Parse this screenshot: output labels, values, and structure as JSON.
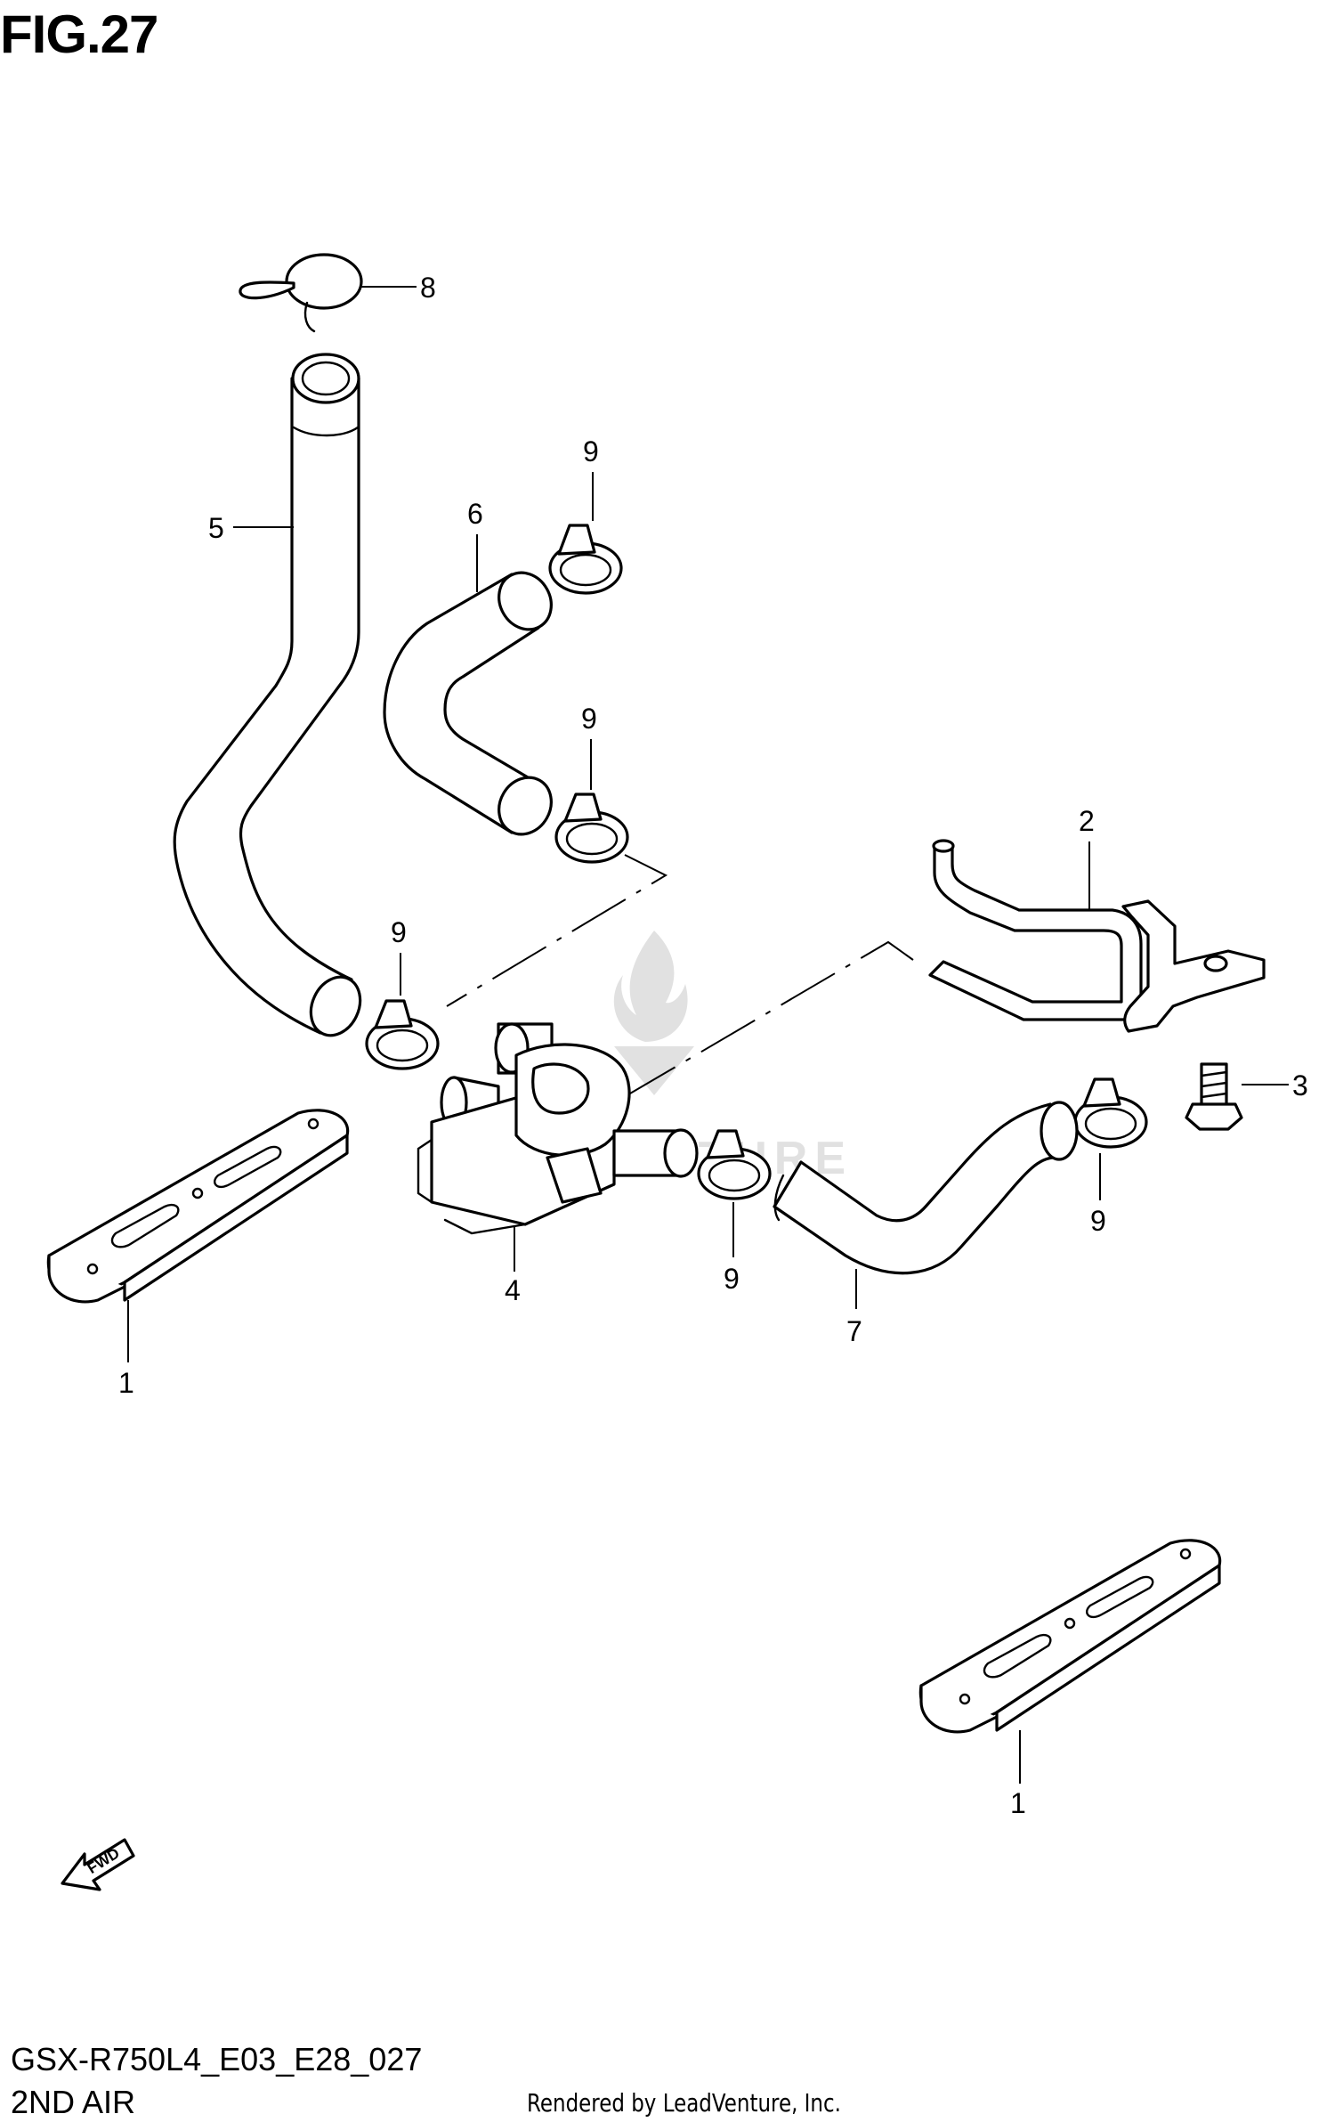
{
  "figure": {
    "title": "FIG.27",
    "code": "GSX-R750L4_E03_E28_027",
    "name": "2ND AIR",
    "credit": "Rendered by LeadVenture, Inc."
  },
  "callouts": [
    {
      "id": "c8",
      "label": "8"
    },
    {
      "id": "c5",
      "label": "5"
    },
    {
      "id": "c6",
      "label": "6"
    },
    {
      "id": "c9a",
      "label": "9"
    },
    {
      "id": "c9b",
      "label": "9"
    },
    {
      "id": "c2",
      "label": "2"
    },
    {
      "id": "c9c",
      "label": "9"
    },
    {
      "id": "c3",
      "label": "3"
    },
    {
      "id": "c9d",
      "label": "9"
    },
    {
      "id": "c4",
      "label": "4"
    },
    {
      "id": "c9e",
      "label": "9"
    },
    {
      "id": "c7",
      "label": "7"
    },
    {
      "id": "c1a",
      "label": "1"
    },
    {
      "id": "c1b",
      "label": "1"
    }
  ],
  "fwd_arrow": {
    "label": "FWD",
    "icon": "fwd-arrow-icon"
  },
  "watermark": {
    "text": "LEADVENTURE",
    "icon": "flame-watermark-icon"
  }
}
